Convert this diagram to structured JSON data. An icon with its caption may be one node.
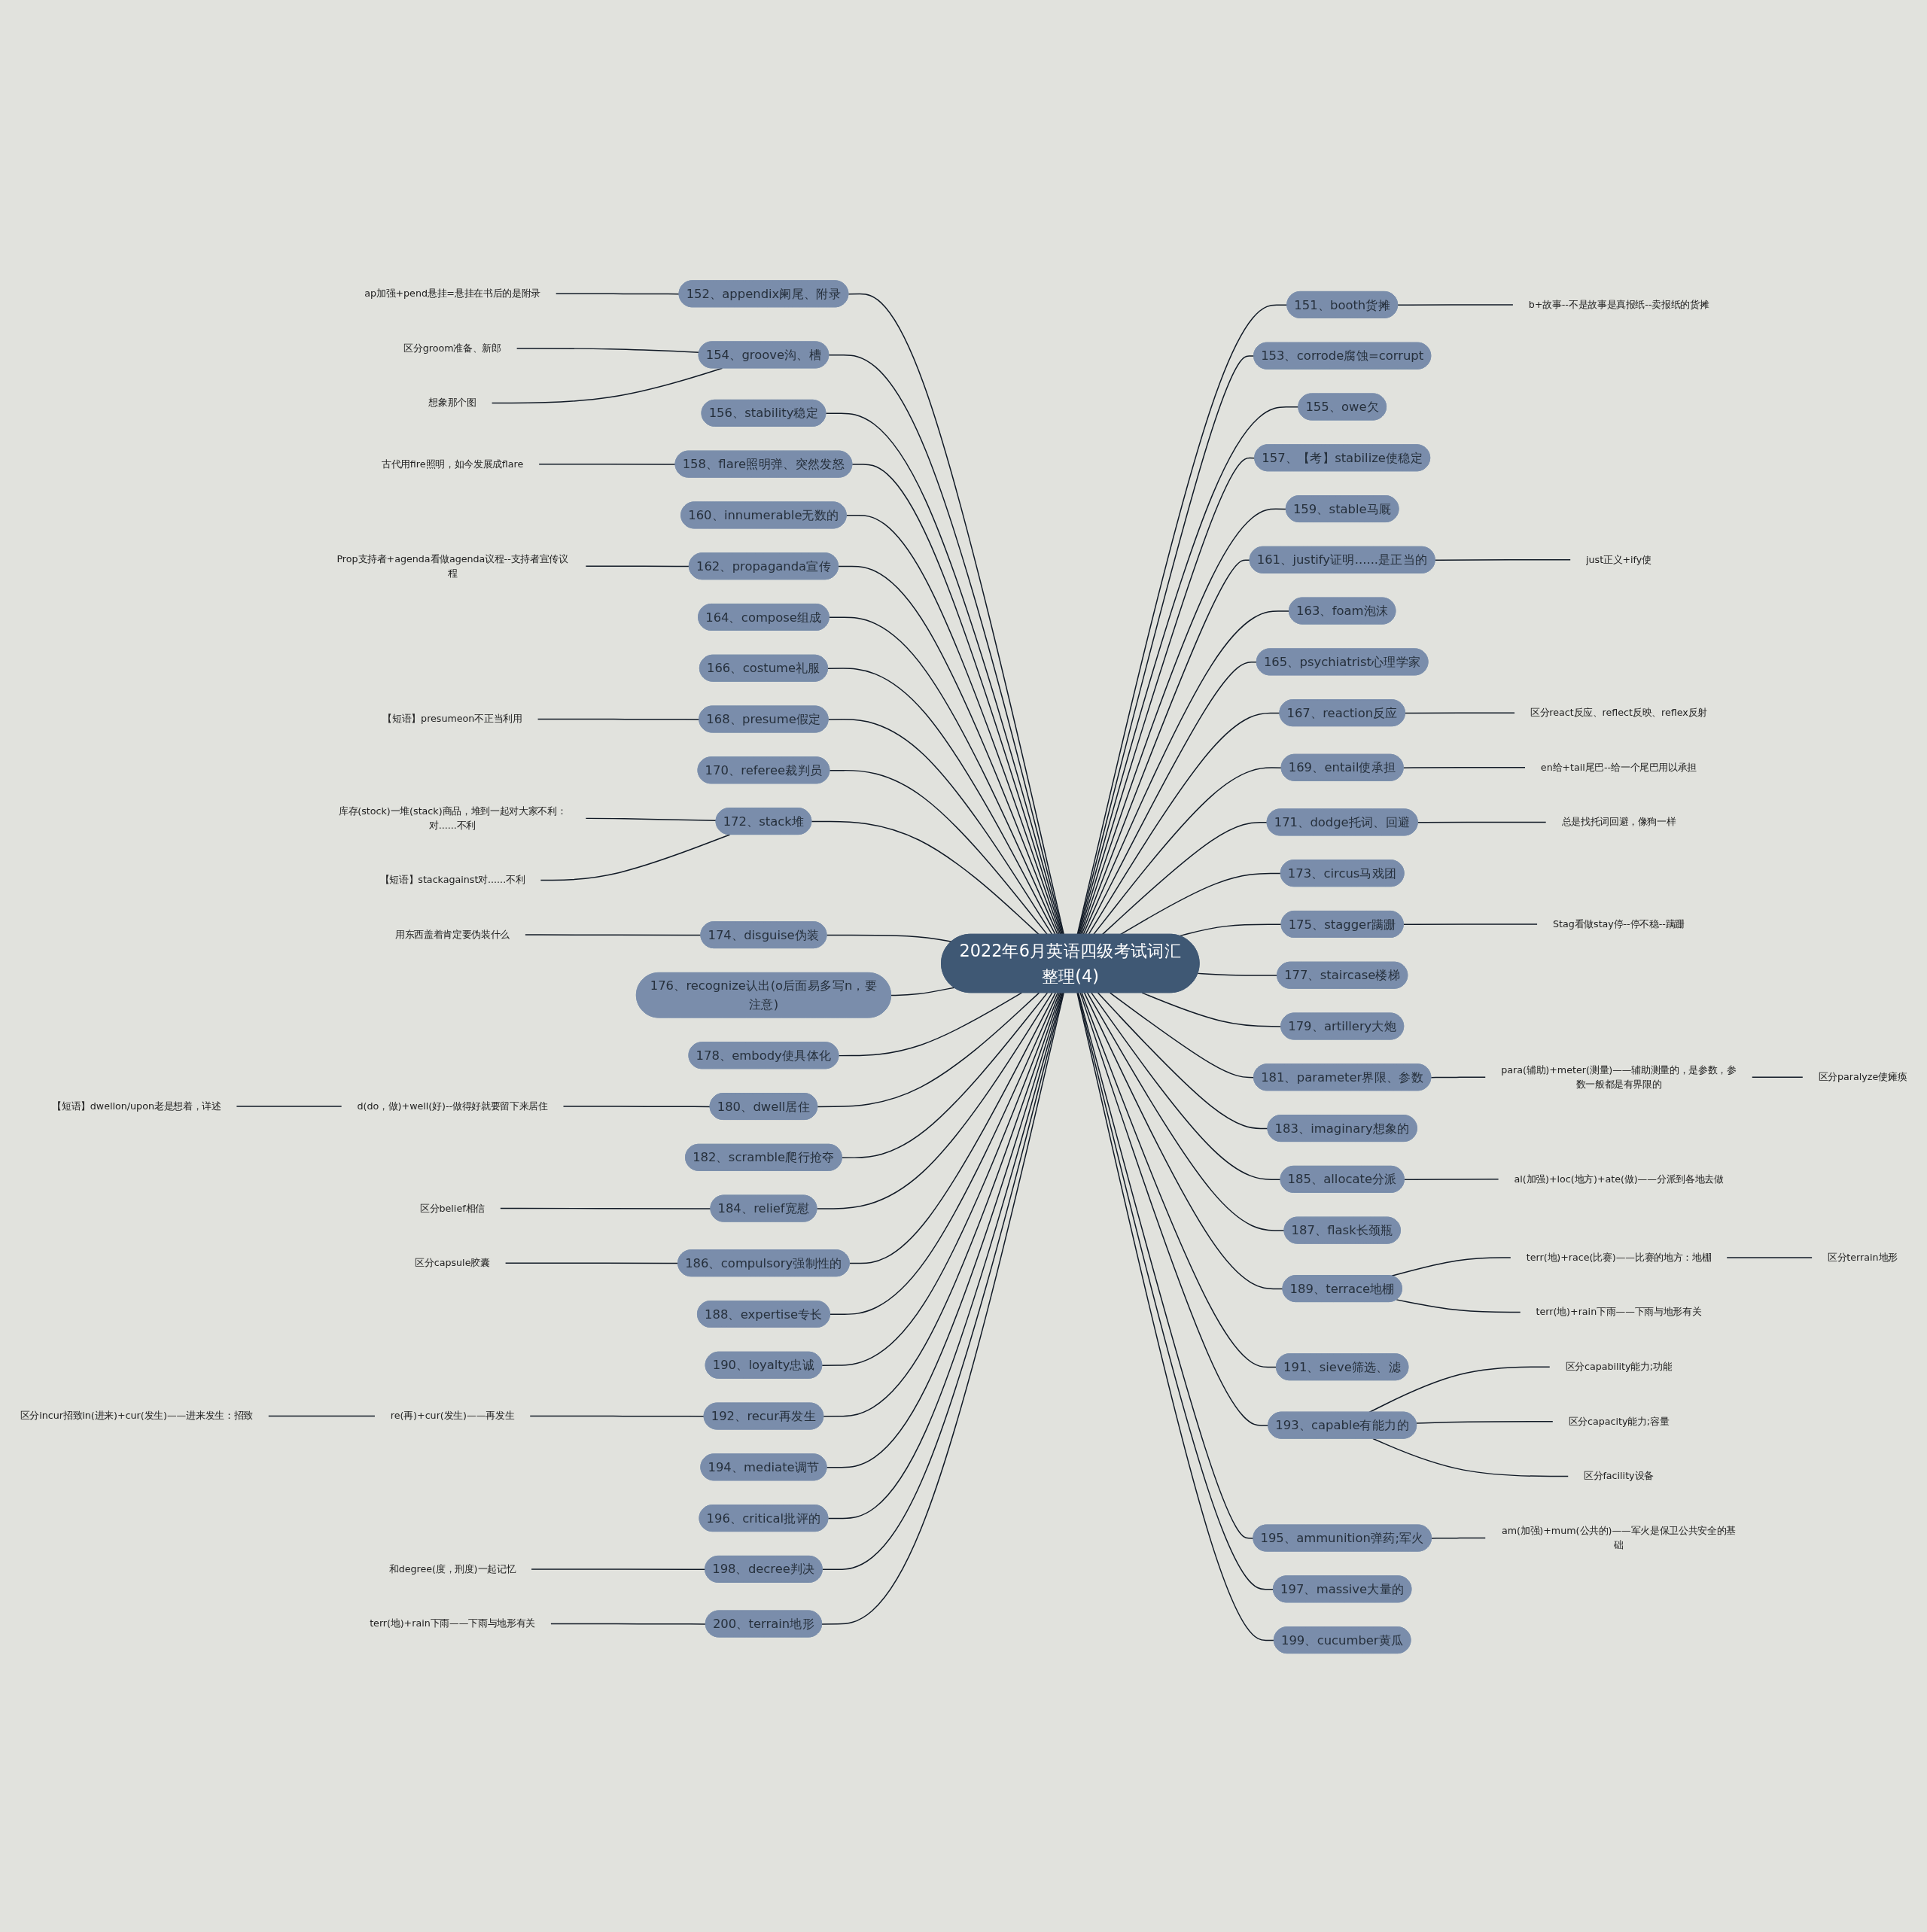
{
  "diagram": {
    "nodes": [
      {
        "text": [
          "2022年6月英语四级考试词汇整理(4)"
        ]
      },
      {
        "text": [
          "151、booth货摊"
        ]
      },
      {
        "text": [
          "b+故事--不是故事是真报纸--卖报纸的货摊"
        ]
      },
      {
        "text": [
          "152、appendix阑尾、附录"
        ]
      },
      {
        "text": [
          "ap加强+pend悬挂=悬挂在书后的是附录"
        ]
      },
      {
        "text": [
          "153、corrode腐蚀=corrupt"
        ]
      },
      {
        "text": [
          "154、groove沟、槽"
        ]
      },
      {
        "text": [
          "区分groom准备、新郎"
        ]
      },
      {
        "text": [
          "想象那个图"
        ]
      },
      {
        "text": [
          "155、owe欠"
        ]
      },
      {
        "text": [
          "156、stability稳定"
        ]
      },
      {
        "text": [
          "157、【考】stabilize使稳定"
        ]
      },
      {
        "text": [
          "158、flare照明弹、突然发怒"
        ]
      },
      {
        "text": [
          "古代用fire照明，如今发展成flare"
        ]
      },
      {
        "text": [
          "159、stable马厩"
        ]
      },
      {
        "text": [
          "160、innumerable无数的"
        ]
      },
      {
        "text": [
          "161、justify证明......是正当的"
        ]
      },
      {
        "text": [
          "just正义+ify使"
        ]
      },
      {
        "text": [
          "162、propaganda宣传"
        ]
      },
      {
        "text": [
          "Prop支持者+agenda看做agenda议程--支持者宣传议程"
        ]
      },
      {
        "text": [
          "163、foam泡沫"
        ]
      },
      {
        "text": [
          "164、compose组成"
        ]
      },
      {
        "text": [
          "165、psychiatrist心理学家"
        ]
      },
      {
        "text": [
          "166、costume礼服"
        ]
      },
      {
        "text": [
          "167、reaction反应"
        ]
      },
      {
        "text": [
          "区分react反应、reflect反映、reflex反射"
        ]
      },
      {
        "text": [
          "168、presume假定"
        ]
      },
      {
        "text": [
          "【短语】presumeon不正当利用"
        ]
      },
      {
        "text": [
          "169、entail使承担"
        ]
      },
      {
        "text": [
          "en给+tail尾巴--给一个尾巴用以承担"
        ]
      },
      {
        "text": [
          "170、referee裁判员"
        ]
      },
      {
        "text": [
          "171、dodge托词、回避"
        ]
      },
      {
        "text": [
          "总是找托词回避，像狗一样"
        ]
      },
      {
        "text": [
          "172、stack堆"
        ]
      },
      {
        "text": [
          "库存(stock)一堆(stack)商品，堆到一起对大家不利：对......不利"
        ]
      },
      {
        "text": [
          "【短语】stackagainst对......不利"
        ]
      },
      {
        "text": [
          "173、circus马戏团"
        ]
      },
      {
        "text": [
          "174、disguise伪装"
        ]
      },
      {
        "text": [
          "用东西盖着肯定要伪装什么"
        ]
      },
      {
        "text": [
          "175、stagger蹒跚"
        ]
      },
      {
        "text": [
          "Stag看做stay停--停不稳--蹒跚"
        ]
      },
      {
        "text": [
          "176、recognize认出(o后面易多写n，要注意)"
        ]
      },
      {
        "text": [
          "177、staircase楼梯"
        ]
      },
      {
        "text": [
          "178、embody使具体化"
        ]
      },
      {
        "text": [
          "179、artillery大炮"
        ]
      },
      {
        "text": [
          "180、dwell居住"
        ]
      },
      {
        "text": [
          "d(do，做)+well(好)--做得好就要留下来居住"
        ]
      },
      {
        "text": [
          "【短语】dwellon/upon老是想着，详述"
        ]
      },
      {
        "text": [
          "181、parameter界限、参数"
        ]
      },
      {
        "text": [
          "para(辅助)+meter(测量)——辅助测量的，是参数，参数一般都是有界限的"
        ]
      },
      {
        "text": [
          "区分paralyze使瘫痪"
        ]
      },
      {
        "text": [
          "182、scramble爬行抢夺"
        ]
      },
      {
        "text": [
          "183、imaginary想象的"
        ]
      },
      {
        "text": [
          "184、relief宽慰"
        ]
      },
      {
        "text": [
          "区分belief相信"
        ]
      },
      {
        "text": [
          "185、allocate分派"
        ]
      },
      {
        "text": [
          "al(加强)+loc(地方)+ate(做)——分派到各地去做"
        ]
      },
      {
        "text": [
          "186、compulsory强制性的"
        ]
      },
      {
        "text": [
          "区分capsule胶囊"
        ]
      },
      {
        "text": [
          "187、flask长颈瓶"
        ]
      },
      {
        "text": [
          "188、expertise专长"
        ]
      },
      {
        "text": [
          "189、terrace地棚"
        ]
      },
      {
        "text": [
          "terr(地)+race(比赛)——比赛的地方：地棚"
        ]
      },
      {
        "text": [
          "区分terrain地形"
        ]
      },
      {
        "text": [
          "terr(地)+rain下雨——下雨与地形有关"
        ]
      },
      {
        "text": [
          "190、loyalty忠诚"
        ]
      },
      {
        "text": [
          "191、sieve筛选、滤"
        ]
      },
      {
        "text": [
          "192、recur再发生"
        ]
      },
      {
        "text": [
          "re(再)+cur(发生)——再发生"
        ]
      },
      {
        "text": [
          "区分incur招致in(进来)+cur(发生)——进来发生：招致"
        ]
      },
      {
        "text": [
          "193、capable有能力的"
        ]
      },
      {
        "text": [
          "区分capability能力;功能"
        ]
      },
      {
        "text": [
          "区分capacity能力;容量"
        ]
      },
      {
        "text": [
          "区分facility设备"
        ]
      },
      {
        "text": [
          "194、mediate调节"
        ]
      },
      {
        "text": [
          "195、ammunition弹药;军火"
        ]
      },
      {
        "text": [
          "am(加强)+mum(公共的)——军火是保卫公共安全的基础"
        ]
      },
      {
        "text": [
          "196、critical批评的"
        ]
      },
      {
        "text": [
          "197、massive大量的"
        ]
      },
      {
        "text": [
          "198、decree判决"
        ]
      },
      {
        "text": [
          "和degree(度，刑度)一起记忆"
        ]
      },
      {
        "text": [
          "199、cucumber黄瓜"
        ]
      },
      {
        "text": [
          "200、terrain地形"
        ]
      },
      {
        "text": [
          "terr(地)+rain下雨——下雨与地形有关"
        ]
      }
    ],
    "edges": [
      {
        "from": 0,
        "to": 1,
        "arrow": "none"
      },
      {
        "from": 1,
        "to": 2,
        "arrow": "none"
      },
      {
        "from": 3,
        "to": 0,
        "arrow": "none"
      },
      {
        "from": 4,
        "to": 3,
        "arrow": "none"
      },
      {
        "from": 0,
        "to": 5,
        "arrow": "none"
      },
      {
        "from": 6,
        "to": 0,
        "arrow": "none"
      },
      {
        "from": 7,
        "to": 6,
        "arrow": "none"
      },
      {
        "from": 8,
        "to": 6,
        "arrow": "none"
      },
      {
        "from": 0,
        "to": 9,
        "arrow": "none"
      },
      {
        "from": 10,
        "to": 0,
        "arrow": "none"
      },
      {
        "from": 0,
        "to": 11,
        "arrow": "none"
      },
      {
        "from": 12,
        "to": 0,
        "arrow": "none"
      },
      {
        "from": 13,
        "to": 12,
        "arrow": "none"
      },
      {
        "from": 0,
        "to": 14,
        "arrow": "none"
      },
      {
        "from": 15,
        "to": 0,
        "arrow": "none"
      },
      {
        "from": 0,
        "to": 16,
        "arrow": "none"
      },
      {
        "from": 16,
        "to": 17,
        "arrow": "none"
      },
      {
        "from": 18,
        "to": 0,
        "arrow": "none"
      },
      {
        "from": 19,
        "to": 18,
        "arrow": "none"
      },
      {
        "from": 0,
        "to": 20,
        "arrow": "none"
      },
      {
        "from": 21,
        "to": 0,
        "arrow": "none"
      },
      {
        "from": 0,
        "to": 22,
        "arrow": "none"
      },
      {
        "from": 23,
        "to": 0,
        "arrow": "none"
      },
      {
        "from": 0,
        "to": 24,
        "arrow": "none"
      },
      {
        "from": 24,
        "to": 25,
        "arrow": "none"
      },
      {
        "from": 26,
        "to": 0,
        "arrow": "none"
      },
      {
        "from": 27,
        "to": 26,
        "arrow": "none"
      },
      {
        "from": 0,
        "to": 28,
        "arrow": "none"
      },
      {
        "from": 28,
        "to": 29,
        "arrow": "none"
      },
      {
        "from": 30,
        "to": 0,
        "arrow": "none"
      },
      {
        "from": 0,
        "to": 31,
        "arrow": "none"
      },
      {
        "from": 31,
        "to": 32,
        "arrow": "none"
      },
      {
        "from": 33,
        "to": 0,
        "arrow": "none"
      },
      {
        "from": 34,
        "to": 33,
        "arrow": "none"
      },
      {
        "from": 35,
        "to": 33,
        "arrow": "none"
      },
      {
        "from": 0,
        "to": 36,
        "arrow": "none"
      },
      {
        "from": 37,
        "to": 0,
        "arrow": "none"
      },
      {
        "from": 38,
        "to": 37,
        "arrow": "none"
      },
      {
        "from": 0,
        "to": 39,
        "arrow": "none"
      },
      {
        "from": 39,
        "to": 40,
        "arrow": "none"
      },
      {
        "from": 41,
        "to": 0,
        "arrow": "none"
      },
      {
        "from": 0,
        "to": 42,
        "arrow": "none"
      },
      {
        "from": 43,
        "to": 0,
        "arrow": "none"
      },
      {
        "from": 0,
        "to": 44,
        "arrow": "none"
      },
      {
        "from": 45,
        "to": 0,
        "arrow": "none"
      },
      {
        "from": 46,
        "to": 45,
        "arrow": "none"
      },
      {
        "from": 47,
        "to": 46,
        "arrow": "none"
      },
      {
        "from": 0,
        "to": 48,
        "arrow": "none"
      },
      {
        "from": 48,
        "to": 49,
        "arrow": "none"
      },
      {
        "from": 49,
        "to": 50,
        "arrow": "none"
      },
      {
        "from": 51,
        "to": 0,
        "arrow": "none"
      },
      {
        "from": 0,
        "to": 52,
        "arrow": "none"
      },
      {
        "from": 53,
        "to": 0,
        "arrow": "none"
      },
      {
        "from": 54,
        "to": 53,
        "arrow": "none"
      },
      {
        "from": 0,
        "to": 55,
        "arrow": "none"
      },
      {
        "from": 55,
        "to": 56,
        "arrow": "none"
      },
      {
        "from": 57,
        "to": 0,
        "arrow": "none"
      },
      {
        "from": 58,
        "to": 57,
        "arrow": "none"
      },
      {
        "from": 0,
        "to": 59,
        "arrow": "none"
      },
      {
        "from": 60,
        "to": 0,
        "arrow": "none"
      },
      {
        "from": 0,
        "to": 61,
        "arrow": "none"
      },
      {
        "from": 61,
        "to": 62,
        "arrow": "none"
      },
      {
        "from": 62,
        "to": 63,
        "arrow": "none"
      },
      {
        "from": 61,
        "to": 64,
        "arrow": "none"
      },
      {
        "from": 65,
        "to": 0,
        "arrow": "none"
      },
      {
        "from": 0,
        "to": 66,
        "arrow": "none"
      },
      {
        "from": 67,
        "to": 0,
        "arrow": "none"
      },
      {
        "from": 68,
        "to": 67,
        "arrow": "none"
      },
      {
        "from": 69,
        "to": 68,
        "arrow": "none"
      },
      {
        "from": 0,
        "to": 70,
        "arrow": "none"
      },
      {
        "from": 70,
        "to": 71,
        "arrow": "none"
      },
      {
        "from": 70,
        "to": 72,
        "arrow": "none"
      },
      {
        "from": 70,
        "to": 73,
        "arrow": "none"
      },
      {
        "from": 74,
        "to": 0,
        "arrow": "none"
      },
      {
        "from": 0,
        "to": 75,
        "arrow": "none"
      },
      {
        "from": 75,
        "to": 76,
        "arrow": "none"
      },
      {
        "from": 77,
        "to": 0,
        "arrow": "none"
      },
      {
        "from": 0,
        "to": 78,
        "arrow": "none"
      },
      {
        "from": 79,
        "to": 0,
        "arrow": "none"
      },
      {
        "from": 80,
        "to": 79,
        "arrow": "none"
      },
      {
        "from": 0,
        "to": 81,
        "arrow": "none"
      },
      {
        "from": 82,
        "to": 0,
        "arrow": "none"
      },
      {
        "from": 83,
        "to": 82,
        "arrow": "none"
      }
    ]
  }
}
